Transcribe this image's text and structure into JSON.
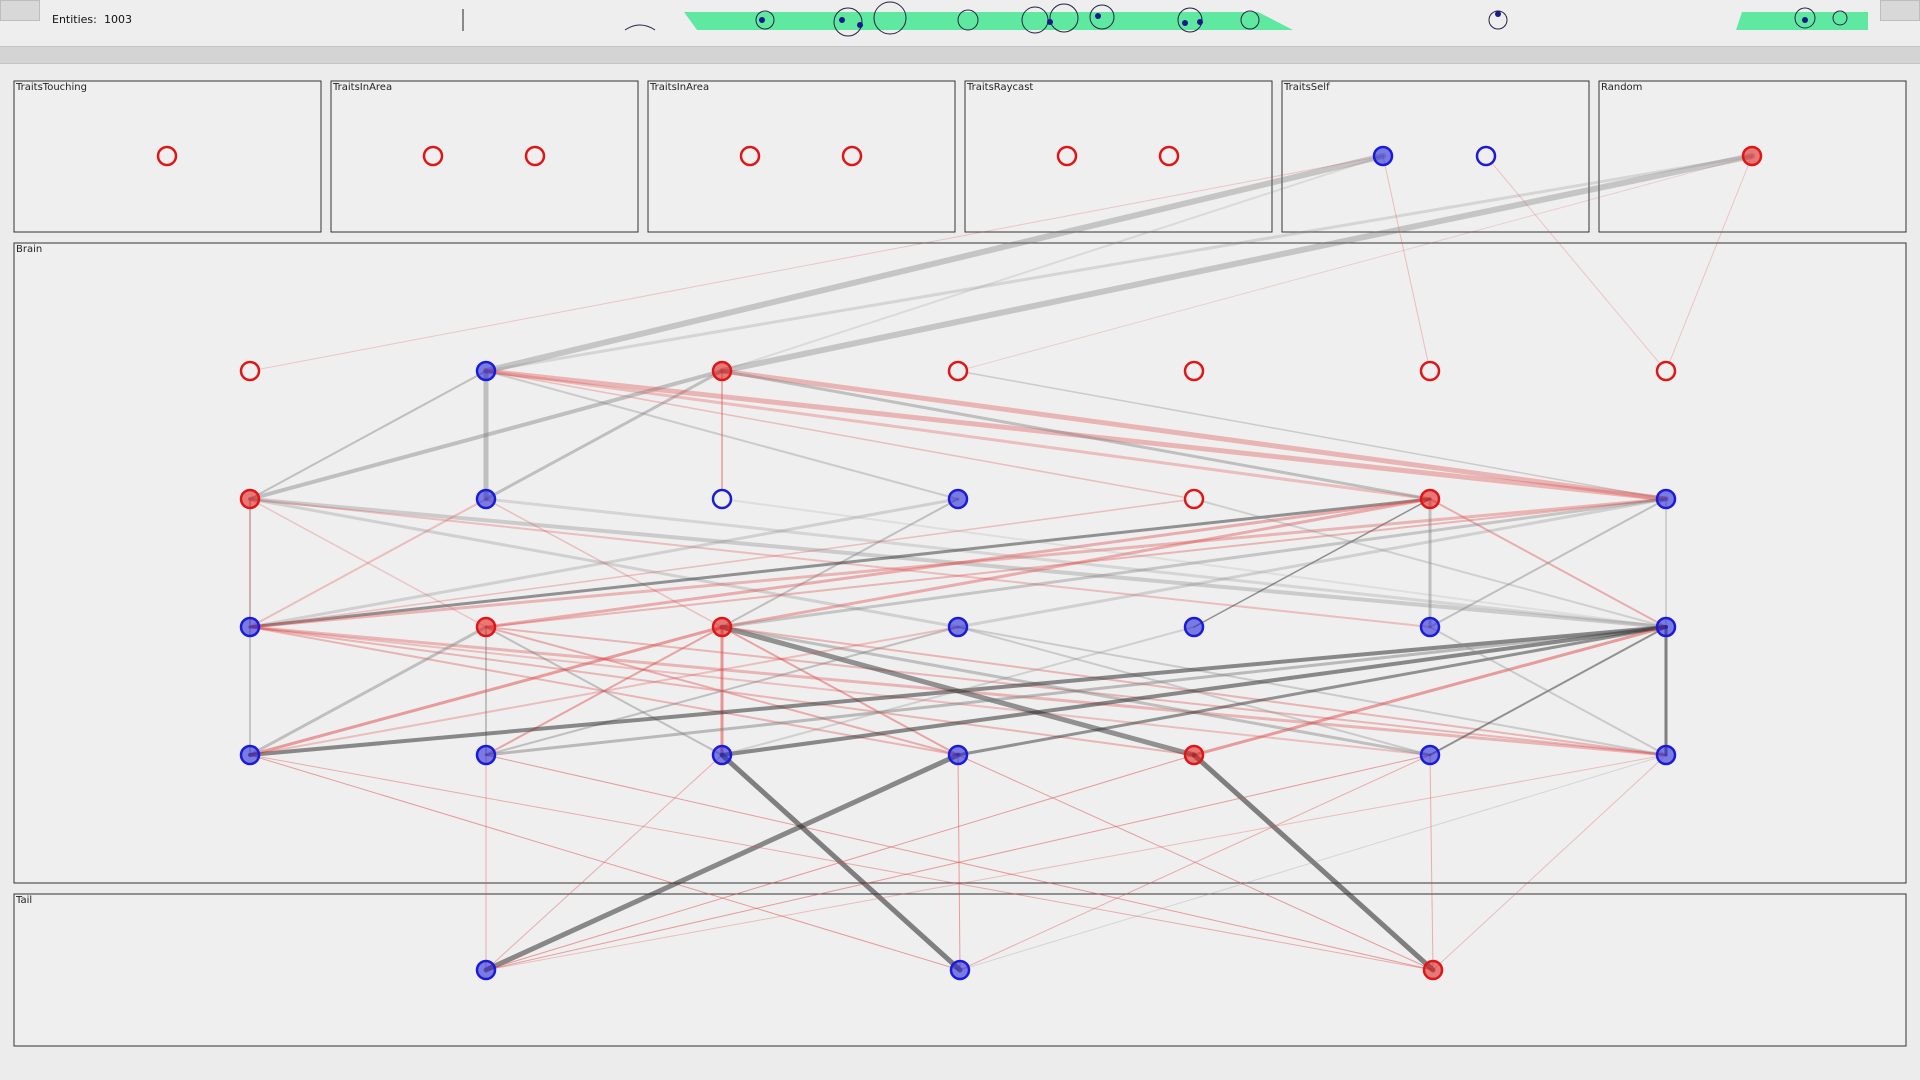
{
  "toolbar": {
    "entities_label": "Entities:",
    "entities_count": "1003"
  },
  "colors": {
    "excitatory": "#e01515",
    "inhibitory": "#1a1ad8",
    "edge_positive": "#e04848",
    "edge_negative": "#333333",
    "preview_fill": "#5fe8a0"
  },
  "panels": {
    "touching": "TraitsTouching",
    "inarea1": "TraitsInArea",
    "inarea2": "TraitsInArea",
    "raycast": "TraitsRaycast",
    "self": "TraitsSelf",
    "random": "Random",
    "brain": "Brain",
    "tail": "Tail"
  },
  "network": {
    "input_nodes": [
      {
        "group": "touching",
        "idx": 0,
        "color": "red",
        "filled": false
      },
      {
        "group": "inarea1",
        "idx": 0,
        "color": "red",
        "filled": false
      },
      {
        "group": "inarea1",
        "idx": 1,
        "color": "red",
        "filled": false
      },
      {
        "group": "inarea2",
        "idx": 0,
        "color": "red",
        "filled": false
      },
      {
        "group": "inarea2",
        "idx": 1,
        "color": "red",
        "filled": false
      },
      {
        "group": "raycast",
        "idx": 0,
        "color": "red",
        "filled": false
      },
      {
        "group": "raycast",
        "idx": 1,
        "color": "red",
        "filled": false
      },
      {
        "group": "self",
        "idx": 0,
        "color": "blue",
        "filled": true
      },
      {
        "group": "self",
        "idx": 1,
        "color": "blue",
        "filled": false
      },
      {
        "group": "random",
        "idx": 0,
        "color": "red",
        "filled": true
      }
    ],
    "brain_layers": [
      [
        "red",
        "blue*",
        "red*",
        "red",
        "red",
        "red",
        "red"
      ],
      [
        "red*",
        "blue*",
        "blue",
        "blue*",
        "red",
        "red*",
        "blue*"
      ],
      [
        "blue*",
        "red*",
        "red*",
        "blue*",
        "blue*",
        "blue*",
        "blue*"
      ],
      [
        "blue*",
        "blue*",
        "blue*",
        "blue*",
        "red*",
        "blue*",
        "blue*"
      ]
    ],
    "tail_nodes": [
      "blue*",
      "blue*",
      "red*"
    ]
  }
}
